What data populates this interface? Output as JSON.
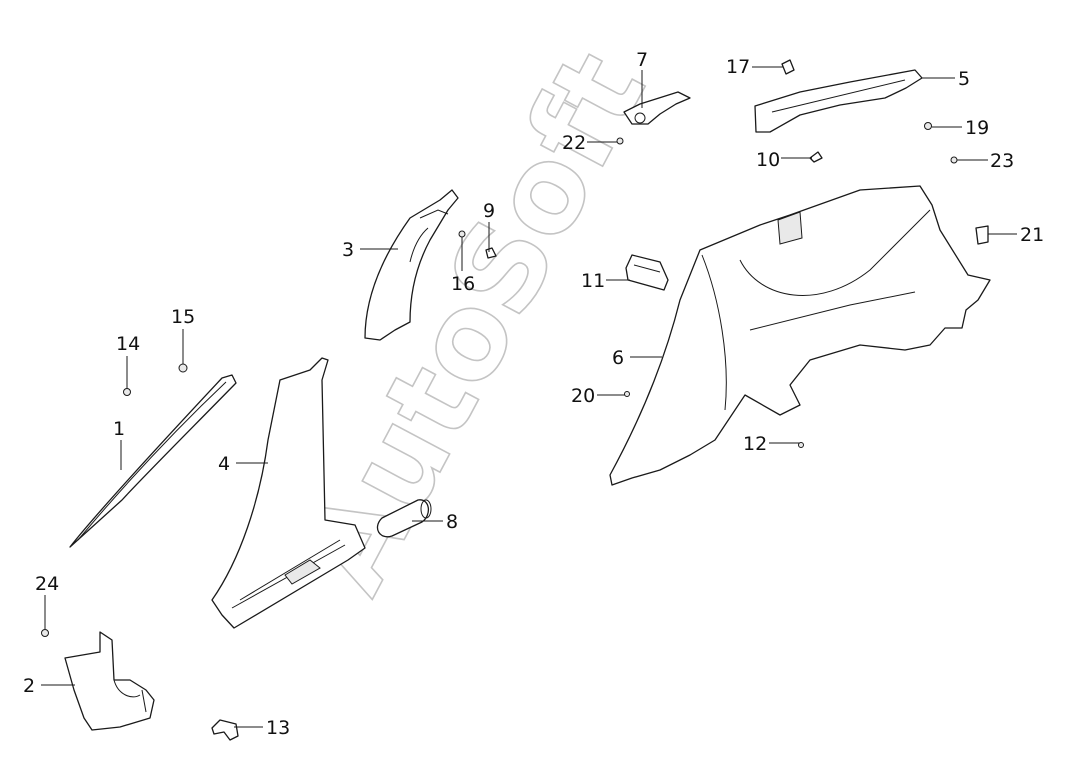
{
  "watermark": "AutoSoft",
  "callouts": [
    {
      "id": "1",
      "label": "1"
    },
    {
      "id": "2",
      "label": "2"
    },
    {
      "id": "3",
      "label": "3"
    },
    {
      "id": "4",
      "label": "4"
    },
    {
      "id": "5",
      "label": "5"
    },
    {
      "id": "6",
      "label": "6"
    },
    {
      "id": "7",
      "label": "7"
    },
    {
      "id": "8",
      "label": "8"
    },
    {
      "id": "9",
      "label": "9"
    },
    {
      "id": "10",
      "label": "10"
    },
    {
      "id": "11",
      "label": "11"
    },
    {
      "id": "12",
      "label": "12"
    },
    {
      "id": "13",
      "label": "13"
    },
    {
      "id": "14",
      "label": "14"
    },
    {
      "id": "15",
      "label": "15"
    },
    {
      "id": "16",
      "label": "16"
    },
    {
      "id": "17",
      "label": "17"
    },
    {
      "id": "19",
      "label": "19"
    },
    {
      "id": "20",
      "label": "20"
    },
    {
      "id": "21",
      "label": "21"
    },
    {
      "id": "22",
      "label": "22"
    },
    {
      "id": "23",
      "label": "23"
    },
    {
      "id": "24",
      "label": "24"
    }
  ]
}
